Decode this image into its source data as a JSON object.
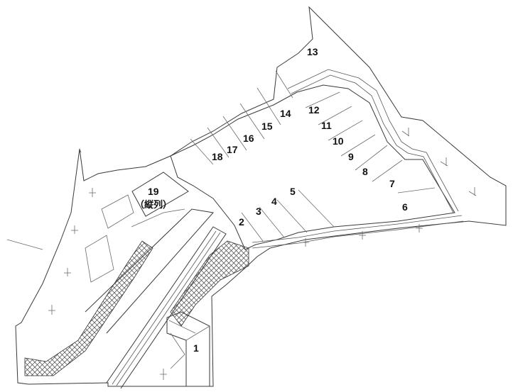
{
  "slots": [
    {
      "id": "1",
      "label": "1"
    },
    {
      "id": "2",
      "label": "2"
    },
    {
      "id": "3",
      "label": "3"
    },
    {
      "id": "4",
      "label": "4"
    },
    {
      "id": "5",
      "label": "5"
    },
    {
      "id": "6",
      "label": "6"
    },
    {
      "id": "7",
      "label": "7"
    },
    {
      "id": "8",
      "label": "8"
    },
    {
      "id": "9",
      "label": "9"
    },
    {
      "id": "10",
      "label": "10"
    },
    {
      "id": "11",
      "label": "11"
    },
    {
      "id": "12",
      "label": "12"
    },
    {
      "id": "13",
      "label": "13"
    },
    {
      "id": "14",
      "label": "14"
    },
    {
      "id": "15",
      "label": "15"
    },
    {
      "id": "16",
      "label": "16"
    },
    {
      "id": "17",
      "label": "17"
    },
    {
      "id": "18",
      "label": "18"
    },
    {
      "id": "19",
      "label": "19",
      "sublabel": "（縦列）"
    }
  ]
}
